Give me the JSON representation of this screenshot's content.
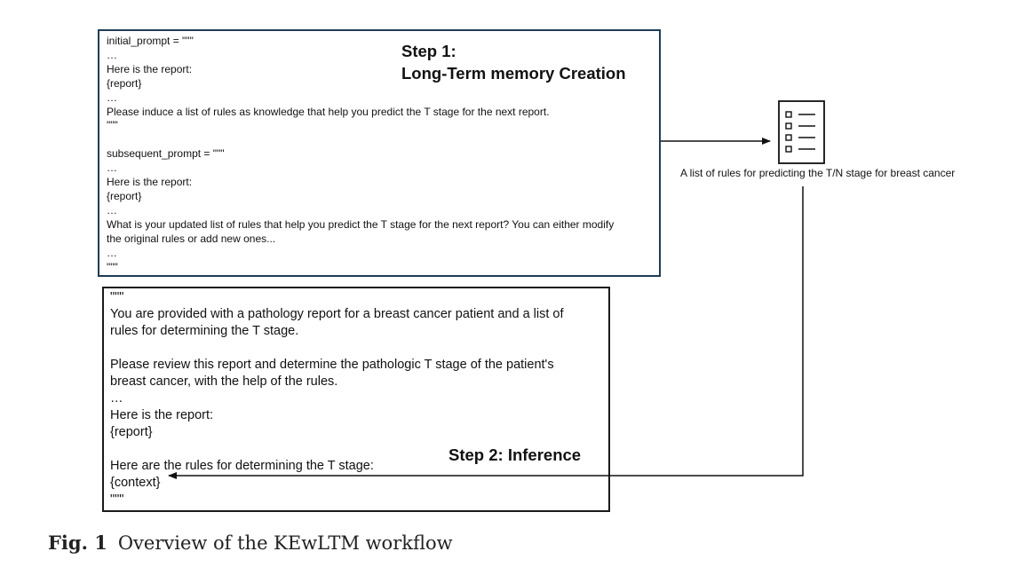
{
  "step1": {
    "title_line1": "Step 1:",
    "title_line2": "Long-Term memory Creation",
    "prompt": "initial_prompt = \"\"\"\n…\nHere is the report:\n{report}\n…\nPlease induce a list of rules as knowledge that help you predict the T stage for the next report.\n\"\"\"\n\nsubsequent_prompt = \"\"\"\n…\nHere is the report:\n{report}\n…\nWhat is your updated list of rules that help you predict the T stage for the next report? You can either modify\nthe original rules or add new ones...\n…\n\"\"\""
  },
  "rules_list": {
    "caption": "A list of rules for predicting the T/N stage for breast cancer",
    "icon": "checklist-icon"
  },
  "step2": {
    "title": "Step 2: Inference",
    "prompt": "\"\"\"\nYou are provided with a pathology report for a breast cancer patient and a list of\nrules for determining the T stage.\n\nPlease review this report and determine the pathologic T stage of the patient's\nbreast cancer, with the help of the rules.\n…\nHere is the report:\n{report}\n\nHere are the rules for determining the T stage:\n{context}\n\"\"\""
  },
  "figure": {
    "label": "Fig. 1",
    "caption": "Overview of the KEwLTM workflow"
  },
  "colors": {
    "step1_border": "#1f3b57",
    "step2_border": "#1a1a1a",
    "arrow": "#111111"
  }
}
